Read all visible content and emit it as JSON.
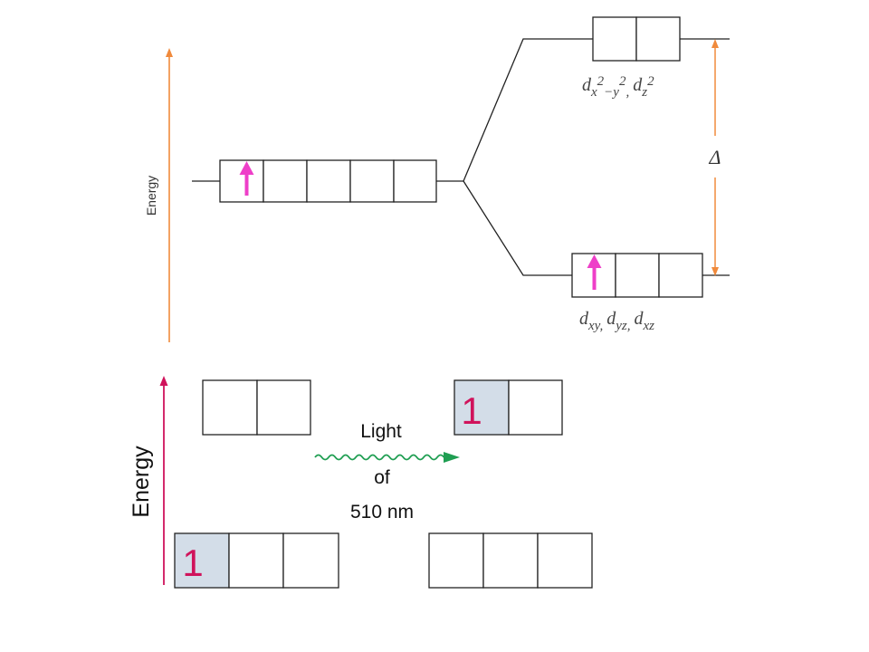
{
  "upper": {
    "axis_label": "Energy",
    "eg_label": {
      "d1": "d",
      "s1": "x",
      "sup1": "2",
      "dash": "−",
      "s2": "y",
      "sup2": "2",
      "comma": ",",
      "d2": "d",
      "s3": "z",
      "sup3": "2"
    },
    "t2g_label": {
      "d1": "d",
      "s1": "xy",
      "c1": ",",
      "d2": "d",
      "s2": "yz",
      "c2": ",",
      "d3": "d",
      "s3": "xz"
    },
    "delta": "Δ"
  },
  "lower": {
    "axis_label": "Energy",
    "light_line1": "Light",
    "light_line2": "of",
    "light_line3": "510 nm",
    "electron_left": "1",
    "electron_right": "1"
  },
  "colors": {
    "orange": "#f08a3c",
    "magenta": "#ee3fc8",
    "crimson": "#d0135b",
    "green": "#1f9e52",
    "filled_box": "#d3dde8",
    "line": "#222222"
  }
}
